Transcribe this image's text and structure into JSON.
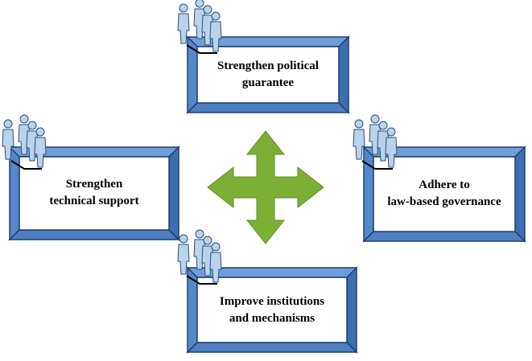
{
  "colors": {
    "frame_top": "#6f9fd8",
    "frame_side": "#3d6fb0",
    "frame_outline": "#1f3f73",
    "inner_face": "#ffffff",
    "arrow": "#7bb035",
    "arrow_outline": "#5d8c22",
    "person_fill": "#b9d3ec",
    "person_outline": "#2c4d7a"
  },
  "diagram": {
    "center_icon": "four-way-arrow-icon",
    "people_icon": "people-group-icon",
    "cards": [
      {
        "id": "top",
        "line1": "Strengthen political",
        "line2": "guarantee"
      },
      {
        "id": "left",
        "line1": "Strengthen",
        "line2": "technical support"
      },
      {
        "id": "right",
        "line1": "Adhere to",
        "line2": "law-based governance"
      },
      {
        "id": "bottom",
        "line1": "Improve institutions",
        "line2": "and mechanisms"
      }
    ]
  }
}
